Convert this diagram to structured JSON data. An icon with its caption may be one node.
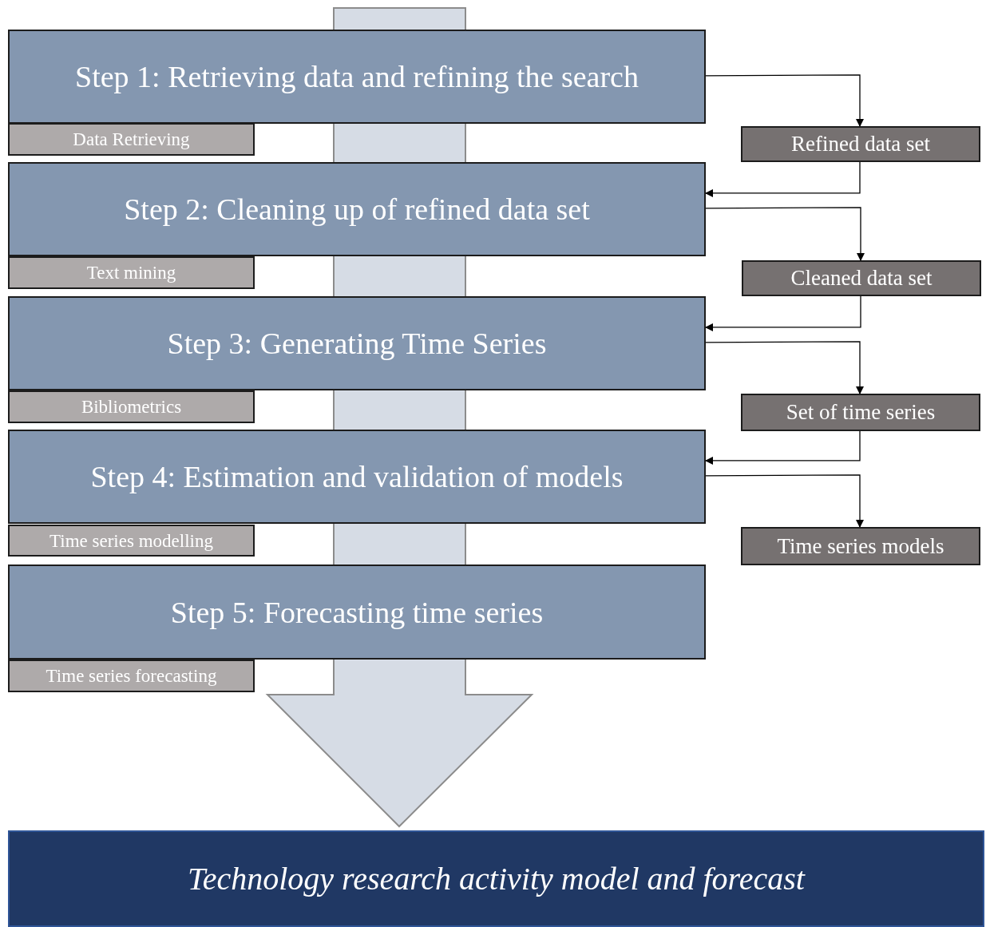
{
  "diagram": {
    "nodes": [
      {
        "text": [
          "Step 1: Retrieving data and refining the search"
        ]
      },
      {
        "text": [
          "Data Retrieving"
        ]
      },
      {
        "text": [
          "Step 2: Cleaning up of refined data set"
        ]
      },
      {
        "text": [
          "Text mining"
        ]
      },
      {
        "text": [
          "Step 3: Generating Time Series"
        ]
      },
      {
        "text": [
          "Bibliometrics"
        ]
      },
      {
        "text": [
          "Step 4: Estimation and validation of models"
        ]
      },
      {
        "text": [
          "Time series modelling"
        ]
      },
      {
        "text": [
          "Step 5: Forecasting time series"
        ]
      },
      {
        "text": [
          "Time series forecasting"
        ]
      },
      {
        "text": [
          "Refined data set"
        ]
      },
      {
        "text": [
          "Cleaned data set"
        ]
      },
      {
        "text": [
          "Set of time series"
        ]
      },
      {
        "text": [
          "Time series models"
        ]
      },
      {
        "text": [
          "Technology research activity model and forecast"
        ]
      }
    ],
    "edges": [
      {
        "from": null,
        "to": 14,
        "arrow": "to",
        "style": "thick"
      },
      {
        "from": 0,
        "to": 10,
        "arrow": "to"
      },
      {
        "from": 10,
        "to": 2,
        "arrow": "to"
      },
      {
        "from": 2,
        "to": 11,
        "arrow": "to"
      },
      {
        "from": 11,
        "to": 4,
        "arrow": "to"
      },
      {
        "from": 4,
        "to": 12,
        "arrow": "to"
      },
      {
        "from": 12,
        "to": 6,
        "arrow": "to"
      },
      {
        "from": 6,
        "to": 13,
        "arrow": "to"
      }
    ]
  }
}
